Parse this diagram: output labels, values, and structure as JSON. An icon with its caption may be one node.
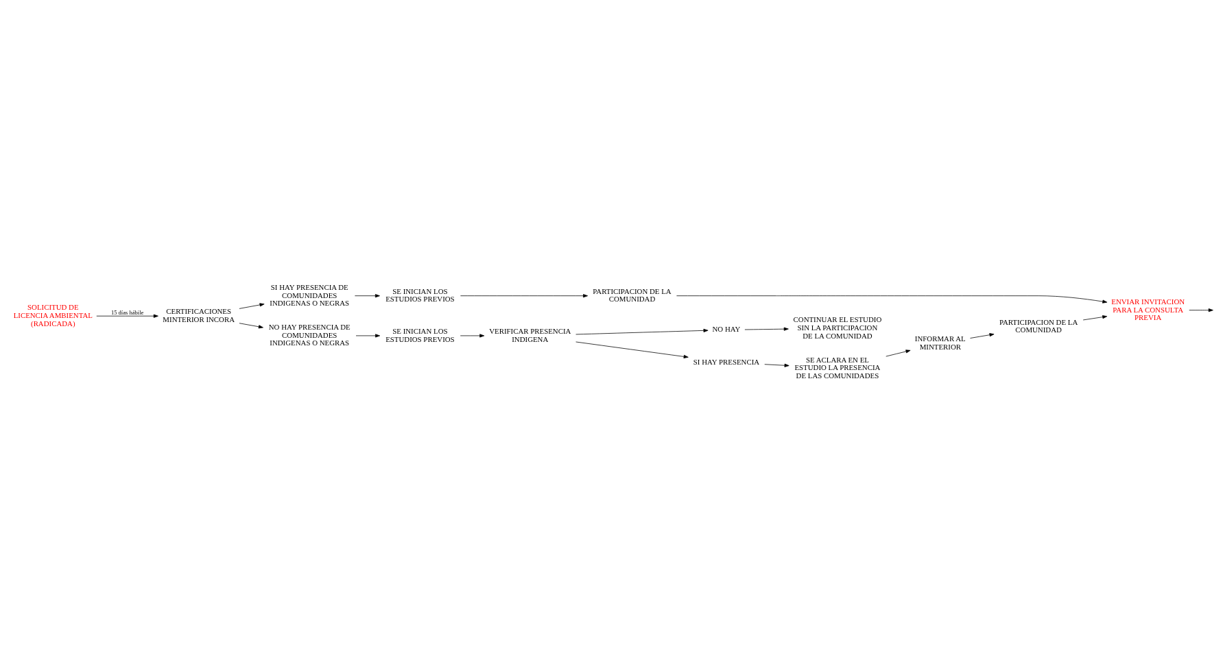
{
  "diagram": {
    "nodes": [
      {
        "text": [
          "SOLICITUD DE LICENCIA AMBIENTAL (RADICADA)"
        ]
      },
      {
        "text": [
          "CERTIFICACIONES MINTERIOR INCORA"
        ]
      },
      {
        "text": [
          "SI HAY PRESENCIA DE COMUNIDADES INDIGENAS O NEGRAS"
        ]
      },
      {
        "text": [
          "SE INICIAN LOS ESTUDIOS PREVIOS"
        ]
      },
      {
        "text": [
          "PARTICIPACION DE LA COMUNIDAD"
        ]
      },
      {
        "text": [
          "NO HAY PRESENCIA DE COMUNIDADES INDIGENAS O NEGRAS"
        ]
      },
      {
        "text": [
          "SE INICIAN LOS ESTUDIOS PREVIOS"
        ]
      },
      {
        "text": [
          "VERIFICAR PRESENCIA INDIGENA"
        ]
      },
      {
        "text": [
          "ENVIAR INVITACION PARA LA CONSULTA PREVIA"
        ]
      },
      {
        "text": [
          "NO HAY"
        ]
      },
      {
        "text": [
          "SI HAY PRESENCIA"
        ]
      },
      {
        "text": [
          "CONTINUAR EL ESTUDIO SIN LA PARTICIPACION DE LA COMUNIDAD"
        ]
      },
      {
        "text": [
          "SE ACLARA EN EL ESTUDIO LA PRESENCIA DE LAS COMUNIDADES"
        ]
      },
      {
        "text": [
          "INFORMAR AL MINTERIOR"
        ]
      },
      {
        "text": [
          "PARTICIPACION DE LA COMUNIDAD"
        ]
      }
    ],
    "edges": [
      {
        "from": 0,
        "to": 1,
        "arrow": "to",
        "label": "15 días hábile"
      },
      {
        "from": 1,
        "to": 2,
        "arrow": "to"
      },
      {
        "from": 1,
        "to": 5,
        "arrow": "to"
      },
      {
        "from": 2,
        "to": 3,
        "arrow": "to"
      },
      {
        "from": 3,
        "to": 4,
        "arrow": "to"
      },
      {
        "from": 4,
        "to": 8,
        "arrow": "to"
      },
      {
        "from": 5,
        "to": 6,
        "arrow": "to"
      },
      {
        "from": 6,
        "to": 7,
        "arrow": "to"
      },
      {
        "from": 7,
        "to": 9,
        "arrow": "to"
      },
      {
        "from": 7,
        "to": 10,
        "arrow": "to"
      },
      {
        "from": 9,
        "to": 11,
        "arrow": "to"
      },
      {
        "from": 10,
        "to": 12,
        "arrow": "to"
      },
      {
        "from": 12,
        "to": 13,
        "arrow": "to"
      },
      {
        "from": 13,
        "to": 14,
        "arrow": "to"
      },
      {
        "from": 14,
        "to": 8,
        "arrow": "to"
      },
      {
        "from": 8,
        "to": null,
        "arrow": "to"
      }
    ]
  }
}
